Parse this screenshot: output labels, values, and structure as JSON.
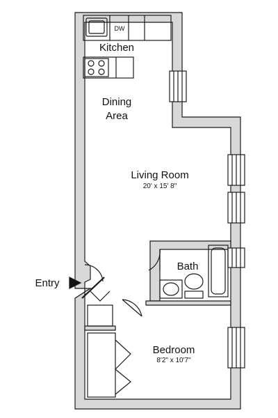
{
  "rooms": {
    "kitchen": {
      "label": "Kitchen"
    },
    "dining": {
      "line1": "Dining",
      "line2": "Area"
    },
    "living": {
      "label": "Living Room",
      "dims": "20' x 15' 8\""
    },
    "bath": {
      "label": "Bath"
    },
    "bedroom": {
      "label": "Bedroom",
      "dims": "8'2\" x 10'7\""
    }
  },
  "fixtures": {
    "dishwasher": "DW"
  },
  "entry": {
    "label": "Entry"
  },
  "colors": {
    "wall": "#d8d8d8",
    "line": "#1a1a1a",
    "background": "#ffffff"
  }
}
